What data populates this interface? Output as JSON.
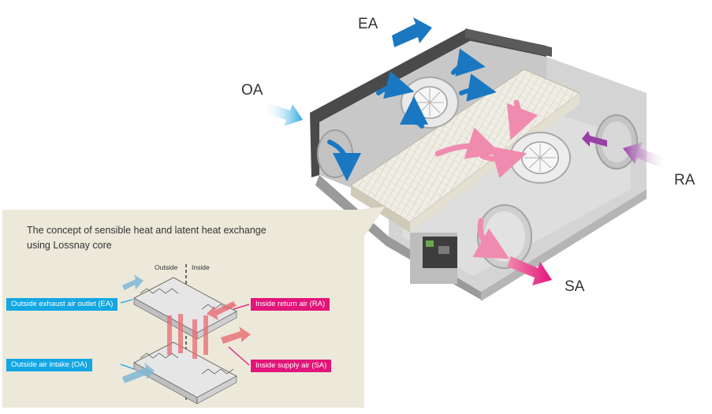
{
  "ports": {
    "ea": "EA",
    "oa": "OA",
    "ra": "RA",
    "sa": "SA"
  },
  "concept_panel": {
    "title_line1": "The concept of sensible heat and latent heat exchange",
    "title_line2": "using Lossnay core",
    "outside_label": "Outside",
    "inside_label": "Inside",
    "callouts": {
      "ea": "Outside exhaust air outlet (EA)",
      "oa": "Outside air intake (OA)",
      "ra": "Inside return air (RA)",
      "sa": "Inside supply air (SA)"
    }
  },
  "colors": {
    "outside_air_blue": "#13a7e3",
    "inside_air_pink": "#e3147a",
    "flow_blue": "#1a78c2",
    "flow_pink": "#f08bb0",
    "flow_purple": "#9b3fa8",
    "panel_bg": "#ece9da",
    "casing_dark": "#4a4a4a"
  }
}
